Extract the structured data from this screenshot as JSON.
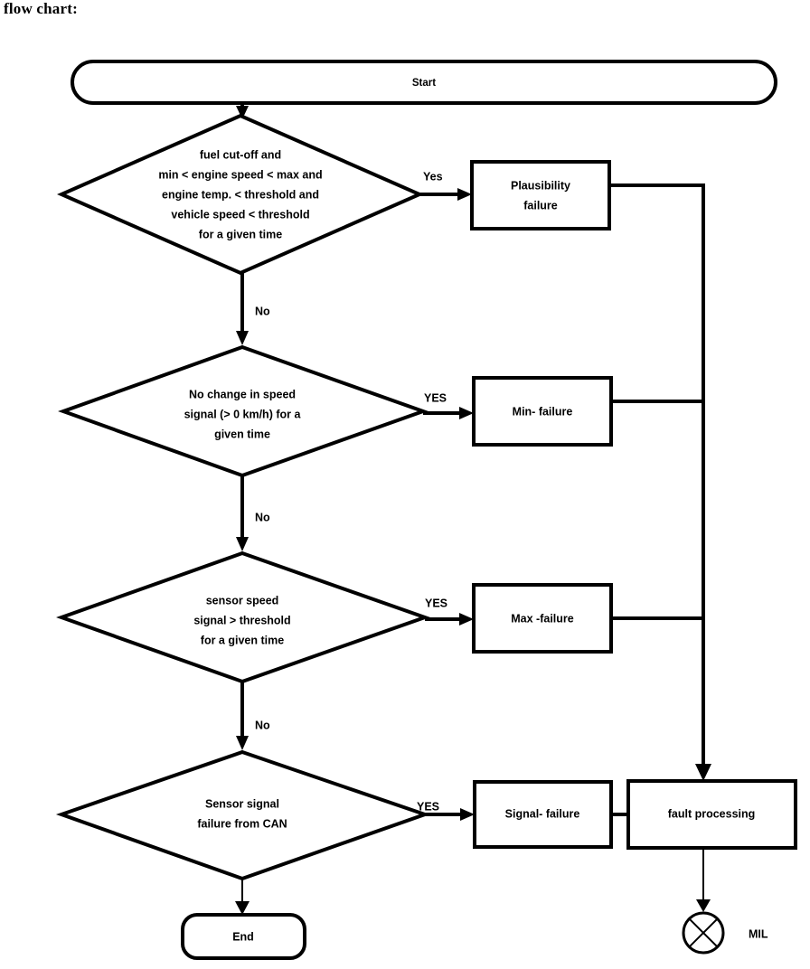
{
  "caption": "flow chart:",
  "chart_data": {
    "type": "diagram",
    "title": "flow chart:",
    "diagram_kind": "flowchart",
    "nodes": [
      {
        "id": "start",
        "shape": "terminator",
        "label": "Start"
      },
      {
        "id": "d1",
        "shape": "decision",
        "lines": [
          "fuel cut-off and",
          "min < engine speed < max and",
          "engine temp. < threshold and",
          "vehicle speed < threshold",
          "for a given time"
        ]
      },
      {
        "id": "p1",
        "shape": "process",
        "lines": [
          "Plausibility",
          "failure"
        ]
      },
      {
        "id": "d2",
        "shape": "decision",
        "lines": [
          "No change in speed",
          "signal (> 0 km/h) for a",
          "given time"
        ]
      },
      {
        "id": "p2",
        "shape": "process",
        "lines": [
          "Min- failure"
        ]
      },
      {
        "id": "d3",
        "shape": "decision",
        "lines": [
          "sensor speed",
          "signal  > threshold",
          "for a given time"
        ]
      },
      {
        "id": "p3",
        "shape": "process",
        "lines": [
          "Max -failure"
        ]
      },
      {
        "id": "d4",
        "shape": "decision",
        "lines": [
          "Sensor signal",
          "failure from CAN"
        ]
      },
      {
        "id": "p4",
        "shape": "process",
        "lines": [
          "Signal- failure"
        ]
      },
      {
        "id": "fp",
        "shape": "process",
        "lines": [
          "fault processing"
        ]
      },
      {
        "id": "mil",
        "shape": "lamp",
        "label": "MIL"
      },
      {
        "id": "end",
        "shape": "terminator",
        "label": "End"
      }
    ],
    "edges": [
      {
        "from": "start",
        "to": "d1",
        "label": ""
      },
      {
        "from": "d1",
        "to": "p1",
        "label": "Yes"
      },
      {
        "from": "d1",
        "to": "d2",
        "label": "No"
      },
      {
        "from": "d2",
        "to": "p2",
        "label": "YES"
      },
      {
        "from": "d2",
        "to": "d3",
        "label": "No"
      },
      {
        "from": "d3",
        "to": "p3",
        "label": "YES"
      },
      {
        "from": "d3",
        "to": "d4",
        "label": "No"
      },
      {
        "from": "d4",
        "to": "p4",
        "label": "YES"
      },
      {
        "from": "d4",
        "to": "end",
        "label": ""
      },
      {
        "from": "p1",
        "to": "fp",
        "label": ""
      },
      {
        "from": "p2",
        "to": "fp",
        "label": ""
      },
      {
        "from": "p3",
        "to": "fp",
        "label": ""
      },
      {
        "from": "p4",
        "to": "fp",
        "label": ""
      },
      {
        "from": "fp",
        "to": "mil",
        "label": ""
      }
    ]
  },
  "nodes": {
    "start": {
      "label": "Start"
    },
    "decision1": {
      "line1": "fuel cut-off and",
      "line2": "min < engine speed < max and",
      "line3": "engine temp. < threshold and",
      "line4": "vehicle speed < threshold",
      "line5": "for a given time"
    },
    "plausibility_failure": {
      "line1": "Plausibility",
      "line2": "failure"
    },
    "decision2": {
      "line1": "No change in speed",
      "line2": "signal (> 0 km/h) for a",
      "line3": "given time"
    },
    "min_failure": {
      "line1": "Min- failure"
    },
    "decision3": {
      "line1": "sensor speed",
      "line2": "signal  > threshold",
      "line3": "for a given time"
    },
    "max_failure": {
      "line1": "Max -failure"
    },
    "decision4": {
      "line1": "Sensor signal",
      "line2": "failure from CAN"
    },
    "signal_failure": {
      "line1": "Signal- failure"
    },
    "fault_processing": {
      "line1": "fault processing"
    },
    "mil": {
      "label": "MIL"
    },
    "end": {
      "label": "End"
    }
  },
  "edge_labels": {
    "d1_yes": "Yes",
    "d1_no": "No",
    "d2_yes": "YES",
    "d2_no": "No",
    "d3_yes": "YES",
    "d3_no": "No",
    "d4_yes": "YES"
  },
  "colors": {
    "background": "#ffffff",
    "stroke": "#000000",
    "text": "#000000"
  }
}
